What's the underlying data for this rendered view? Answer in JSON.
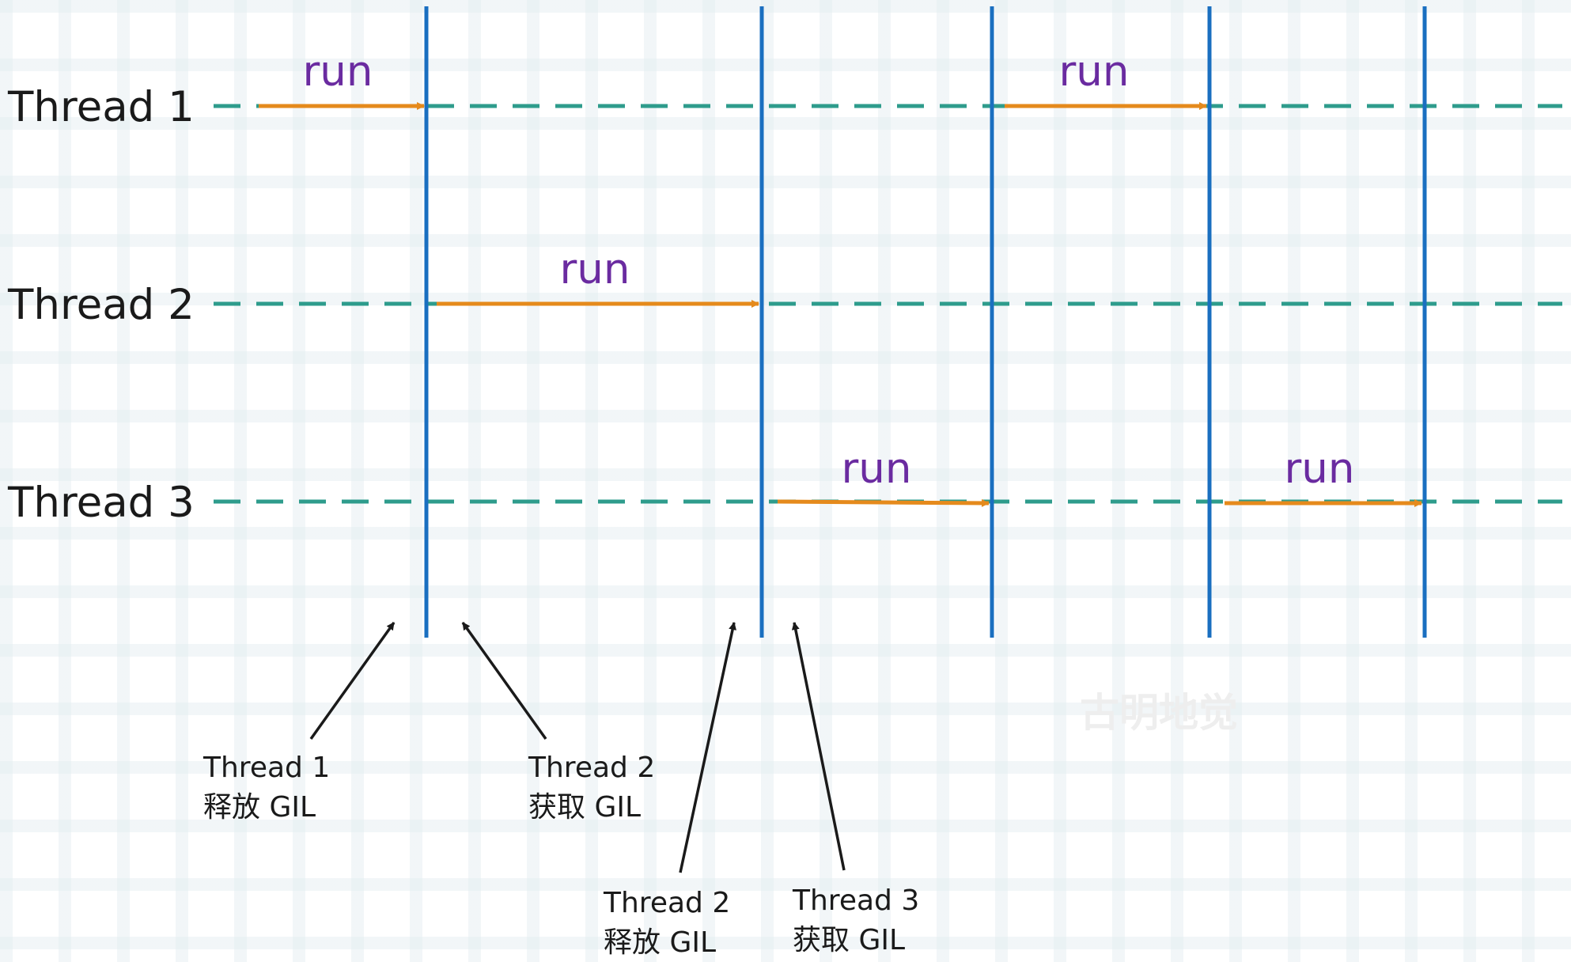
{
  "colors": {
    "timeline": "#2e9c8c",
    "gil_boundary": "#1a6fc0",
    "run_arrow": "#e58a1c",
    "run_text": "#6a2ba0",
    "label_text": "#1a1a1a",
    "annotation_arrow": "#1a1a1a"
  },
  "threads": [
    {
      "label": "Thread 1"
    },
    {
      "label": "Thread 2"
    },
    {
      "label": "Thread 3"
    }
  ],
  "runs": [
    {
      "thread": 0,
      "label": "run"
    },
    {
      "thread": 1,
      "label": "run"
    },
    {
      "thread": 2,
      "label": "run"
    },
    {
      "thread": 0,
      "label": "run"
    },
    {
      "thread": 2,
      "label": "run"
    }
  ],
  "annotations": [
    {
      "line1": "Thread 1",
      "line2": "释放 GIL"
    },
    {
      "line1": "Thread 2",
      "line2": "获取 GIL"
    },
    {
      "line1": "Thread 2",
      "line2": "释放 GIL"
    },
    {
      "line1": "Thread 3",
      "line2": "获取 GIL"
    }
  ],
  "watermark": "古明地觉"
}
